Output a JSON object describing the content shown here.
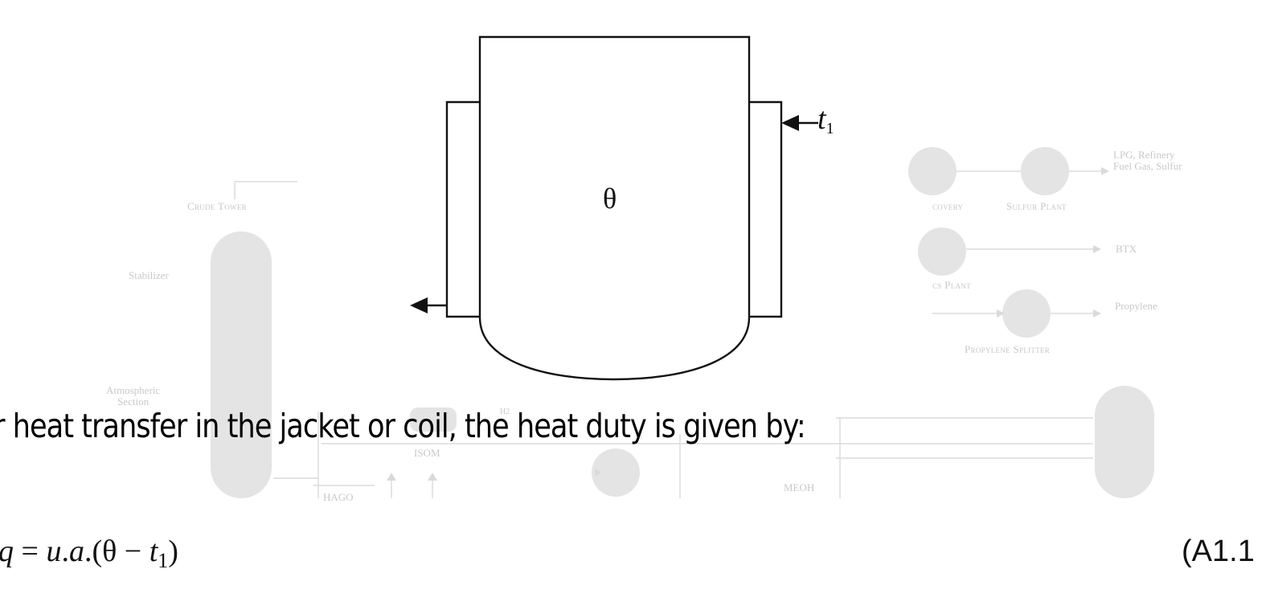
{
  "background_diagram": {
    "labels": {
      "crude_tower": "Crude Tower",
      "stabilizer": "Stabilizer",
      "atmospheric_section": "Atmospheric\nSection",
      "recovery": "covery",
      "sulfur_plant": "Sulfur Plant",
      "lpg_output": "LPG, Refinery\nFuel Gas, Sulfur",
      "aromatics_plant": "cs Plant",
      "btx_output": "BTX",
      "propylene_splitter": "Propylene Splitter",
      "propylene_output": "Propylene",
      "isom": "ISOM",
      "h2": "H2",
      "mtbe": "MEOH",
      "hago": "HAGO"
    },
    "color": "#c8c8c8"
  },
  "reactor_diagram": {
    "vessel_temperature_label": "θ",
    "inlet_label": "t",
    "inlet_subscript": "1",
    "line_color": "#111111"
  },
  "body_text": "r heat transfer in the jacket or coil, the heat duty is given by:",
  "equation": {
    "lhs": "q",
    "equals": " = ",
    "u": "u",
    "dot1": ".",
    "a": "a",
    "dot2": ".",
    "open": "(θ − ",
    "t": "t",
    "sub": "1",
    "close": ")",
    "number": "(A1.1"
  }
}
